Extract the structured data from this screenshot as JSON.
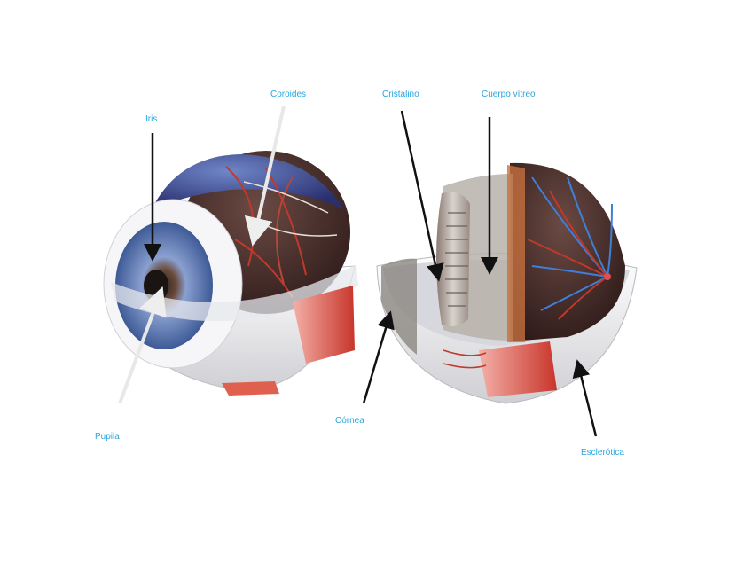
{
  "labels": {
    "iris": "Iris",
    "coroides": "Coroides",
    "cristalino": "Cristalino",
    "cuerpo_vitreo": "Cuerpo vítreo",
    "pupila": "Pupila",
    "cornea": "Córnea",
    "esclerotica": "Esclerótica"
  },
  "colors": {
    "label": "#2aa6df",
    "arrow_dark": "#111111",
    "arrow_light": "#e8e8e8",
    "choroid": "#4a2e2a",
    "sclera": "#f2f2f2",
    "iris_blue": "#5c78b0",
    "vessel_red": "#c0392b",
    "vessel_blue": "#3f7fd8",
    "muscle": "#d9534f"
  }
}
